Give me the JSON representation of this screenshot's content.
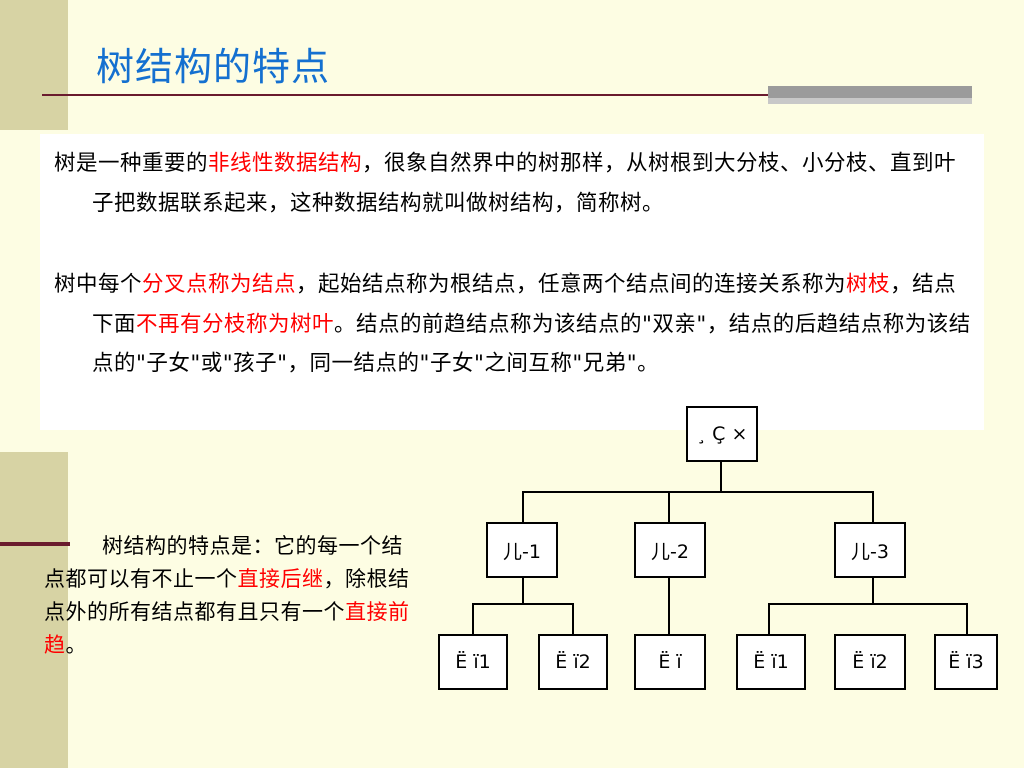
{
  "title": "树结构的特点",
  "para1": {
    "prefix": "树是一种重要的",
    "highlight": "非线性数据结构",
    "suffix": "，很象自然界中的树那样，从树根到大分枝、小分枝、直到叶子把数据联系起来，这种数据结构就叫做树结构，简称树。"
  },
  "para2": {
    "part1": "树中每个",
    "hl1": "分叉点称为结点",
    "part2": "，起始结点称为根结点，任意两个结点间的连接关系称为",
    "hl2": "树枝",
    "part3": "，结点下面",
    "hl3": "不再有分枝称为树叶",
    "part4": "。结点的前趋结点称为该结点的\"双亲\"，结点的后趋结点称为该结点的\"子女\"或\"孩子\"，同一结点的\"子女\"之间互称\"兄弟\"。"
  },
  "features": {
    "part1": "树结构的特点是：它的每一个结点都可以有不止一个",
    "hl1": "直接后继",
    "part2": "，除根结点外的所有结点都有且只有一个",
    "hl2": "直接前趋",
    "part3": "。"
  },
  "tree": {
    "root": "¸ Ç ×",
    "children": [
      "儿-1",
      "儿-2",
      "儿-3"
    ],
    "leaves": [
      "Ë ï1",
      "Ë ï2",
      "Ë ï",
      "Ë ï1",
      "Ë ï2",
      "Ë ï3"
    ]
  },
  "colors": {
    "background": "#fdfde3",
    "title": "#1470d0",
    "highlight": "#ff0000",
    "rule": "#6a1b2e",
    "side_bar": "#d7d3a4"
  }
}
